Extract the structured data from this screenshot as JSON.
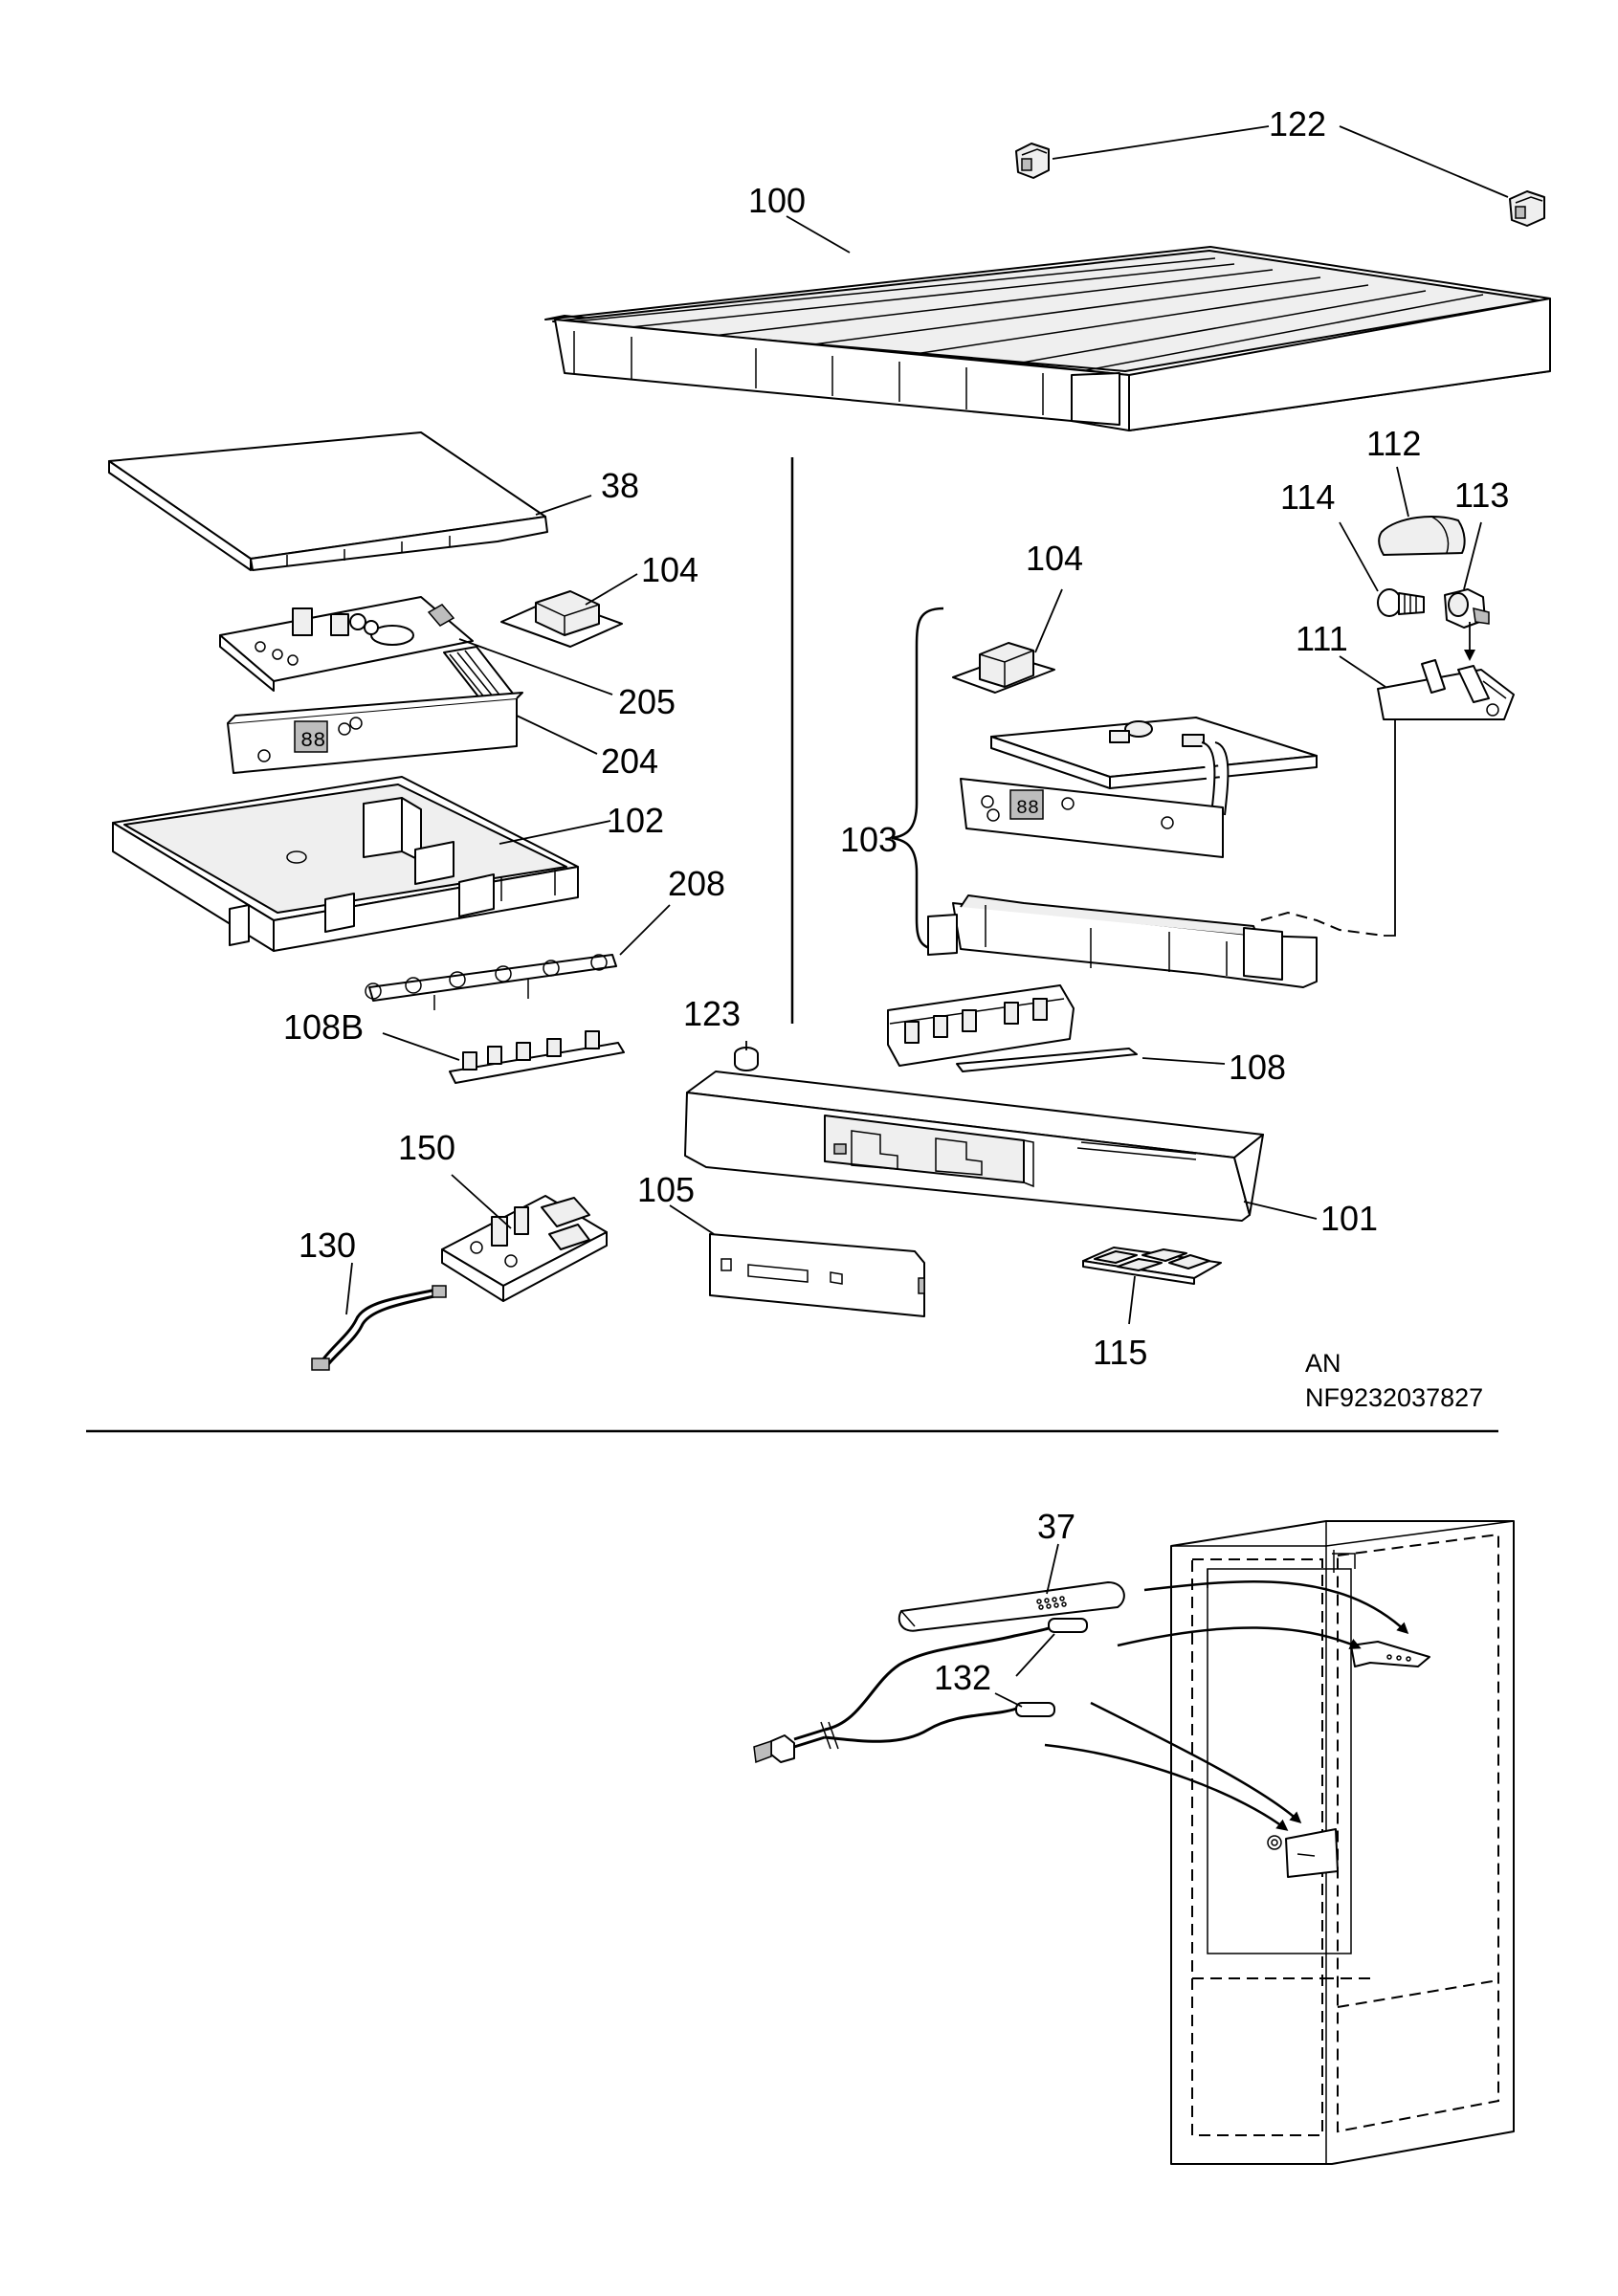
{
  "labels": {
    "p122": "122",
    "p100": "100",
    "p38": "38",
    "p104a": "104",
    "p205": "205",
    "p204": "204",
    "p102": "102",
    "p208": "208",
    "p108b": "108B",
    "p123": "123",
    "p104b": "104",
    "p112": "112",
    "p114": "114",
    "p113": "113",
    "p111": "111",
    "p103": "103",
    "p108": "108",
    "p101": "101",
    "p150": "150",
    "p105": "105",
    "p130": "130",
    "p115": "115",
    "p37": "37",
    "p132": "132"
  },
  "footer": {
    "line1": "AN",
    "line2": "NF9232037827"
  },
  "colors": {
    "ink": "#000000",
    "paper": "#ffffff",
    "shade": "#efefef"
  }
}
